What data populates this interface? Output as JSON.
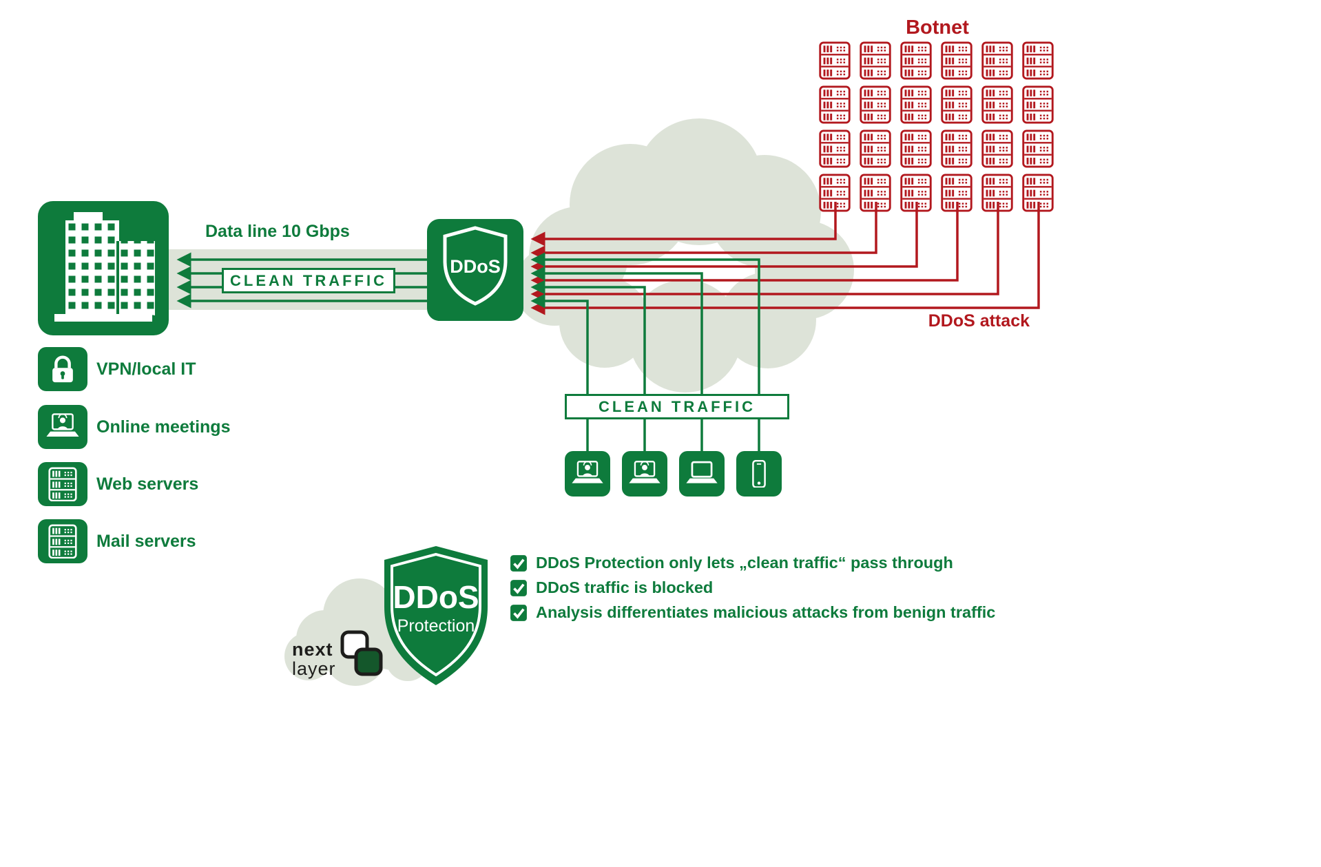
{
  "colors": {
    "green": "#0e7b3c",
    "red": "#b2181e",
    "cloud": "#dde3d8",
    "white": "#ffffff"
  },
  "botnet": {
    "label": "Botnet",
    "rows": 4,
    "cols": 6
  },
  "labels": {
    "data_line": "Data line 10 Gbps",
    "clean_traffic_top": "CLEAN TRAFFIC",
    "clean_traffic_bottom": "CLEAN TRAFFIC",
    "ddos_attack": "DDoS attack"
  },
  "shield": {
    "label": "DDoS"
  },
  "sidebar": {
    "items": [
      {
        "icon": "lock-icon",
        "label": "VPN/local IT"
      },
      {
        "icon": "video-call-icon",
        "label": "Online meetings"
      },
      {
        "icon": "server-icon",
        "label": "Web servers"
      },
      {
        "icon": "server-icon",
        "label": "Mail servers"
      }
    ]
  },
  "devices": [
    {
      "icon": "video-call-icon"
    },
    {
      "icon": "video-call-icon"
    },
    {
      "icon": "laptop-icon"
    },
    {
      "icon": "smartphone-icon"
    }
  ],
  "protection": {
    "title": "DDoS",
    "subtitle": "Protection"
  },
  "logo": {
    "line1": "next",
    "line2": "layer"
  },
  "checklist": {
    "items": [
      "DDoS Protection only lets „clean traffic“ pass through",
      "DDoS traffic is blocked",
      "Analysis differentiates malicious attacks from benign traffic"
    ]
  }
}
